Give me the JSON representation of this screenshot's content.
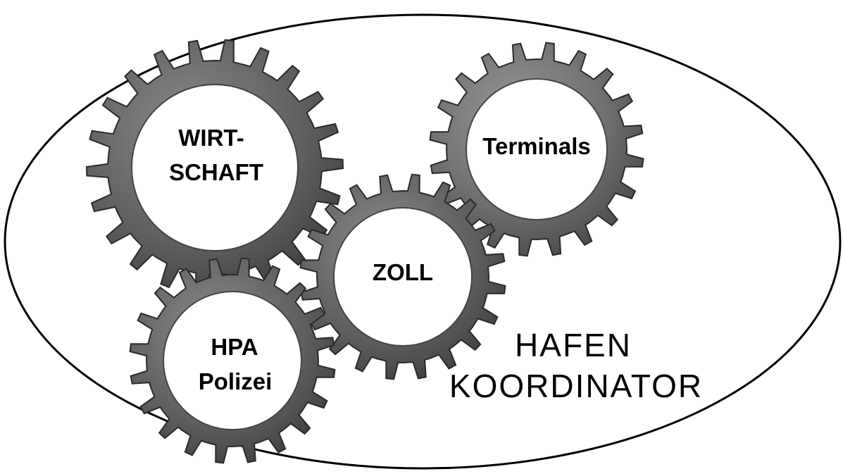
{
  "diagram": {
    "gears": [
      {
        "id": "wirtschaft",
        "lines": [
          "WIRT-",
          "SCHAFT"
        ]
      },
      {
        "id": "terminals",
        "lines": [
          "Terminals"
        ]
      },
      {
        "id": "zoll",
        "lines": [
          "ZOLL"
        ]
      },
      {
        "id": "hpa-polizei",
        "lines": [
          "HPA",
          "Polizei"
        ]
      }
    ],
    "coordinator": {
      "lines": [
        "HAFEN",
        "KOORDINATOR"
      ]
    },
    "colors": {
      "gear_dark": "#3a3a3a",
      "gear_mid": "#5f5f5f",
      "gear_light": "#8a8a8a",
      "hub": "#ffffff",
      "outline": "#000000"
    }
  }
}
